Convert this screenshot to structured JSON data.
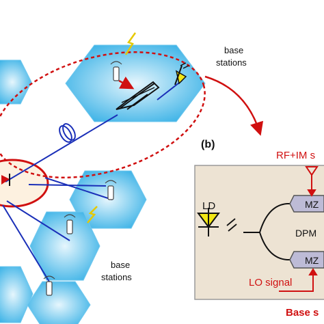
{
  "labels": {
    "base_stations_top_line1": "base",
    "base_stations_top_line2": "stations",
    "base_stations_bottom_line1": "base",
    "base_stations_bottom_line2": "stations",
    "panel_b": "(b)",
    "rf_im": "RF+IM s",
    "ld": "LD",
    "dpm": "DPM",
    "mz_top": "MZ",
    "mz_bottom": "MZ",
    "lo_signal": "LO signal",
    "base_station_caption": "Base s"
  },
  "colors": {
    "hex_fill": "#3fb6ea",
    "hex_fill_light": "#bde6f8",
    "fiber_blue": "#1a2fb8",
    "signal_red": "#d01010",
    "panel_bg": "#ede3d3",
    "panel_border": "#9a9a9a",
    "modulator_fill": "#bdbbd6",
    "diode_yellow": "#f2e614",
    "central_office_fill": "#fdf1e0"
  },
  "icons": [
    "antenna-icon",
    "lightning-icon",
    "photodiode-icon",
    "laser-diode-icon",
    "fiber-coil-icon",
    "mzm-modulator-icon"
  ]
}
